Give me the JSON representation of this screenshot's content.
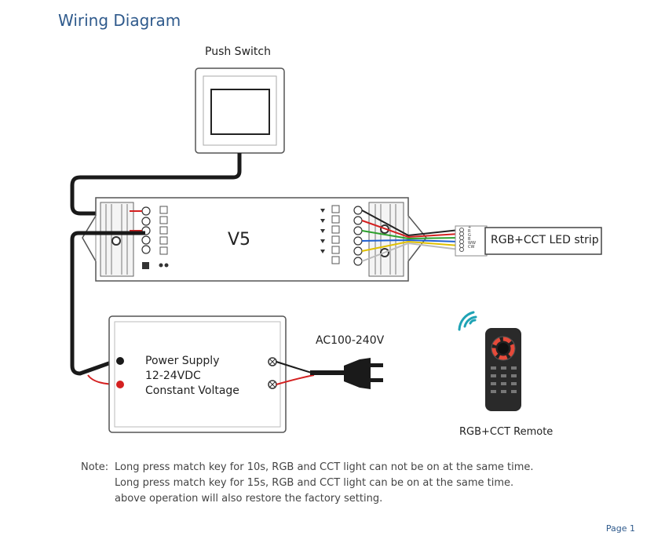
{
  "title": "Wiring Diagram",
  "push_switch_label": "Push Switch",
  "controller_label": "V5",
  "led_strip_label": "RGB+CCT LED strip",
  "ac_label": "AC100-240V",
  "power_supply": {
    "line1": "Power Supply",
    "line2": "12-24VDC",
    "line3": "Constant Voltage"
  },
  "remote_label": "RGB+CCT Remote",
  "strip_pins": [
    "+",
    "R",
    "G",
    "B",
    "WW",
    "CW"
  ],
  "note": {
    "key": "Note:",
    "lines": [
      "Long press match key for 10s, RGB and CCT light can not be on at the same time.",
      "Long press match key for 15s, RGB and CCT light can be on at the same time.",
      "above operation will also restore the factory setting."
    ]
  },
  "page_label": "Page 1",
  "colors": {
    "title": "#2f5a8c",
    "wire_black": "#1a1a1a",
    "wire_red": "#d42020",
    "wifi": "#1fa3b5"
  }
}
